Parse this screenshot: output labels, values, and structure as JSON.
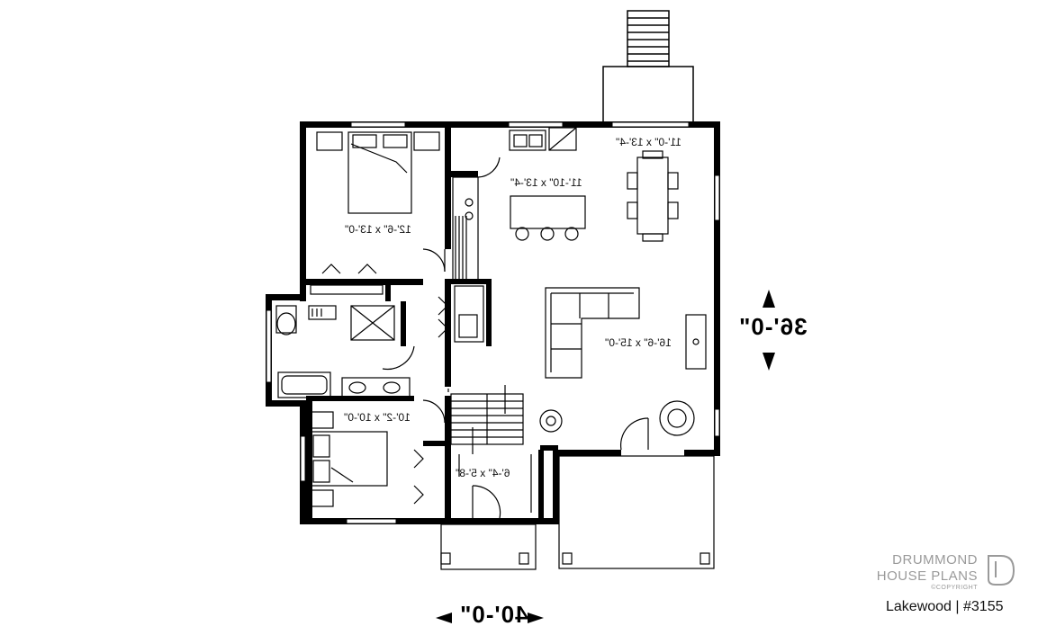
{
  "rooms": {
    "primary_bedroom": "12'-6\" x 13'-0\"",
    "kitchen": "11'-10\" x 13'-4\"",
    "dining": "11'-0\" x 13'-4\"",
    "living": "16'-6\" x 15'-0\"",
    "bedroom_2": "10'-2\" x 10'-0\"",
    "entry": "6'-4\" x 5'-8\""
  },
  "dimensions": {
    "width": "40'-0\"",
    "depth": "36'-0\""
  },
  "brand": {
    "line1": "DRUMMOND",
    "line2": "HOUSE PLANS",
    "copyright": "©COPYRIGHT",
    "logo_icon": "drummond-d-logo-icon"
  },
  "caption": "Lakewood | #3155"
}
